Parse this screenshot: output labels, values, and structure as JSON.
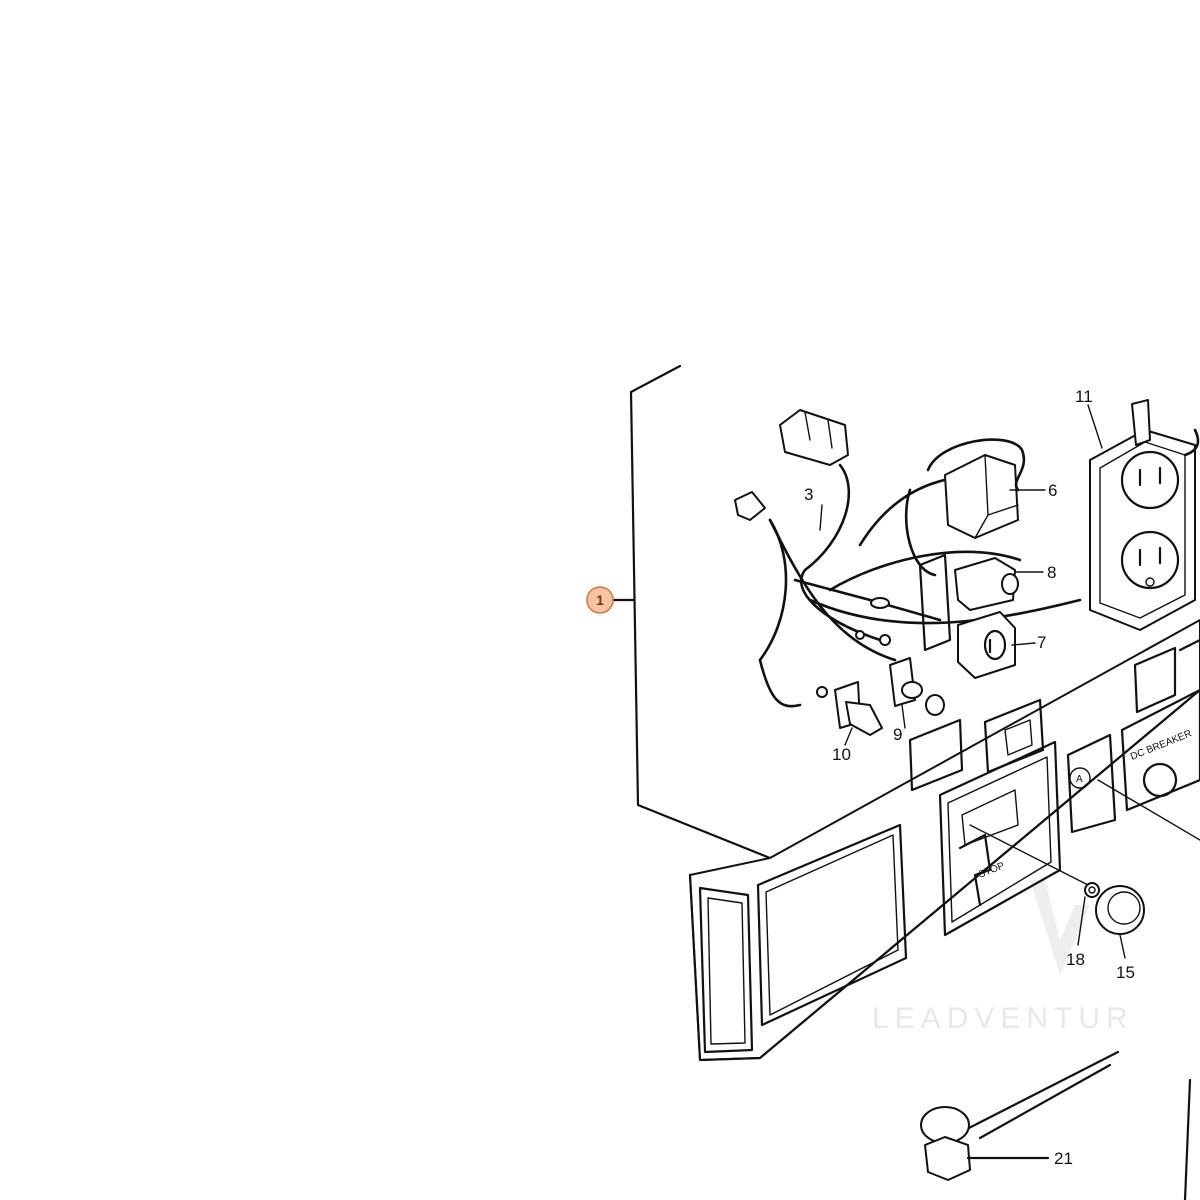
{
  "callouts": {
    "c1": "1",
    "c3": "3",
    "c6": "6",
    "c7": "7",
    "c8": "8",
    "c9": "9",
    "c10": "10",
    "c11": "11",
    "c15": "15",
    "c18": "18",
    "c21": "21"
  },
  "panel_labels": {
    "stop": "STOP",
    "breaker": "DC BREAKER",
    "ammeter": "A"
  },
  "watermark": "LEADVENTUR",
  "colors": {
    "line": "#111111",
    "hotspot_fill": "#f6c5a6",
    "hotspot_stroke": "#d07a3e"
  }
}
